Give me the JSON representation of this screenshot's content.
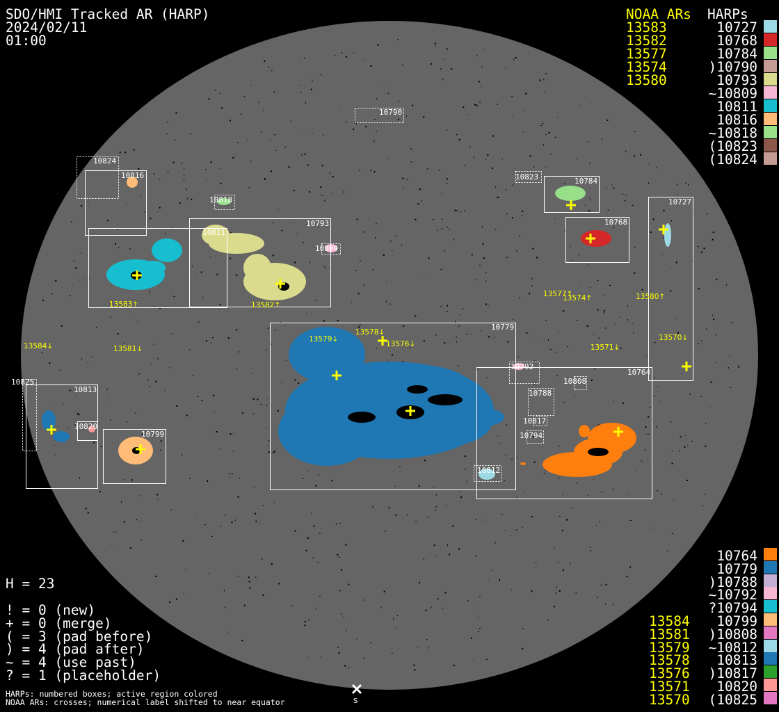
{
  "header": {
    "title": "SDO/HMI Tracked AR (HARP)",
    "date": "2024/02/11",
    "time": "01:00"
  },
  "legend_top": {
    "noaa_header": "NOAA ARs",
    "harp_header": "HARPs",
    "noaa": [
      "13583",
      "13582",
      "13577",
      "13574",
      "13580"
    ],
    "harps": [
      {
        "label": "10727",
        "color": "#9edae5"
      },
      {
        "label": "10768",
        "color": "#d62728"
      },
      {
        "label": "10784",
        "color": "#98df8a"
      },
      {
        "label": ")10790",
        "color": "#c49c94"
      },
      {
        "label": "10793",
        "color": "#dbdb8d"
      },
      {
        "label": "~10809",
        "color": "#f7b6d2"
      },
      {
        "label": "10811",
        "color": "#17becf"
      },
      {
        "label": "10816",
        "color": "#ffbb78"
      },
      {
        "label": "~10818",
        "color": "#98df8a"
      },
      {
        "label": "(10823",
        "color": "#8c564b"
      },
      {
        "label": "(10824",
        "color": "#c49c94"
      }
    ]
  },
  "legend_bottom": {
    "noaa": [
      "13584",
      "13581",
      "13579",
      "13578",
      "13576",
      "13571",
      "13570"
    ],
    "harps": [
      {
        "label": "10764",
        "color": "#ff7f0e"
      },
      {
        "label": "10779",
        "color": "#1f77b4"
      },
      {
        "label": ")10788",
        "color": "#c5b0d5"
      },
      {
        "label": "~10792",
        "color": "#f7b6d2"
      },
      {
        "label": "?10794",
        "color": "#17becf"
      },
      {
        "label": "10799",
        "color": "#ffbb78"
      },
      {
        "label": ")10808",
        "color": "#e377c2"
      },
      {
        "label": "~10812",
        "color": "#9edae5"
      },
      {
        "label": "10813",
        "color": "#1f77b4"
      },
      {
        "label": ")10817",
        "color": "#2ca02c"
      },
      {
        "label": "10820",
        "color": "#ff9896"
      },
      {
        "label": "(10825",
        "color": "#e377c2"
      }
    ]
  },
  "stats": {
    "h_count": "H = 23",
    "lines": [
      "! = 0 (new)",
      "+ = 0 (merge)",
      "( = 3 (pad before)",
      ") = 4 (pad after)",
      "~ = 4 (use past)",
      "? = 1 (placeholder)"
    ]
  },
  "footnote": [
    "HARPs: numbered boxes; active region colored",
    "NOAA ARs: crosses; numerical label shifted to near equator"
  ],
  "disk": {
    "harp_labels": [
      "10824",
      "10816",
      "10818",
      "10811",
      "10793",
      "10809",
      "10790",
      "10823",
      "10784",
      "10768",
      "10727",
      "10779",
      "10764",
      "10792",
      "10808",
      "10788",
      "10817",
      "10794",
      "10812",
      "10825",
      "10813",
      "10820",
      "10799"
    ],
    "noaa_labels": [
      "13583↑",
      "13582↑",
      "13577↑",
      "13574↑",
      "13580↑",
      "13584↓",
      "13581↓",
      "13579↓",
      "13578↓",
      "13576↓",
      "13571↓",
      "13570↓"
    ],
    "south_marker": "S"
  },
  "colors": {
    "disk": "#656565",
    "noaa": "#ffff00",
    "box": "#ffffff"
  }
}
